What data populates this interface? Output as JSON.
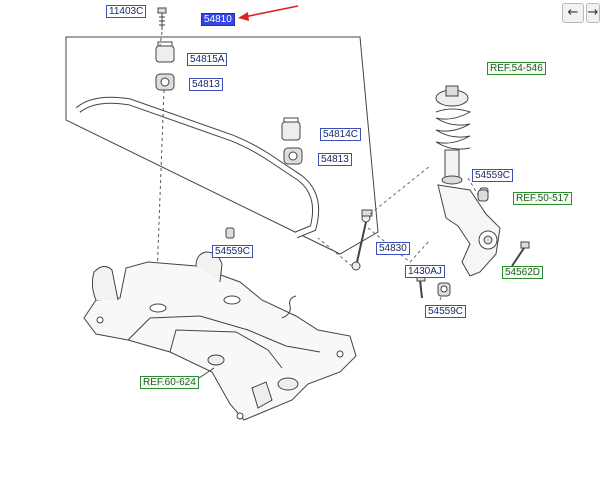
{
  "nav": {
    "back": "←",
    "forward": "→"
  },
  "labels": {
    "p11403C": "11403C",
    "p54810": "54810",
    "p54815A": "54815A",
    "p54813_top": "54813",
    "p54814C": "54814C",
    "p54813_right": "54813",
    "p54559C_left": "54559C",
    "p54830": "54830",
    "ref54546": "REF.54-546",
    "p54559C_right": "54559C",
    "ref50517": "REF.50-517",
    "p1430AJ": "1430AJ",
    "p54562D": "54562D",
    "p54559C_bottom": "54559C",
    "ref60624": "REF.60-624"
  },
  "colors": {
    "part_border": "#3b4fb8",
    "ref_border": "#2e8b2e",
    "selected": "#3346e6",
    "arrow": "#e02020",
    "line": "#555555"
  }
}
